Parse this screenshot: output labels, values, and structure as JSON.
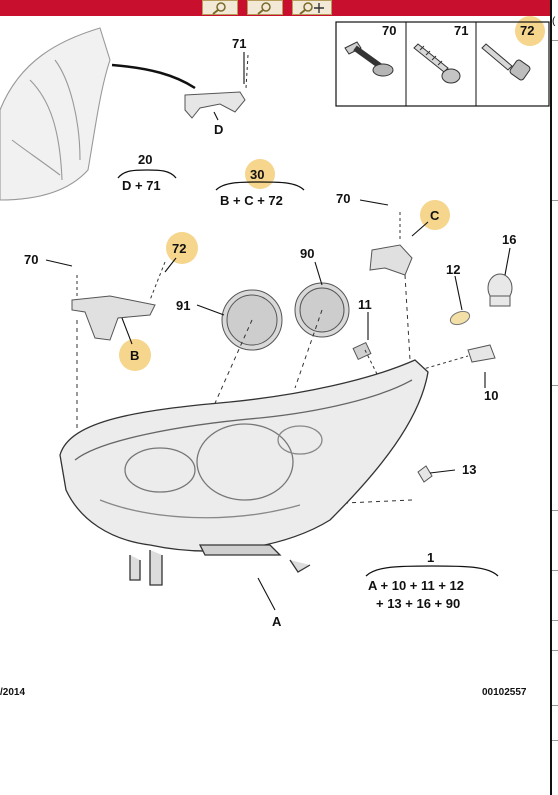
{
  "toolbar": {
    "buttons": [
      {
        "name": "zoom-in-icon"
      },
      {
        "name": "zoom-out-icon"
      },
      {
        "name": "zoom-pan-icon"
      }
    ]
  },
  "inset": {
    "labels": [
      "70",
      "71",
      "72"
    ]
  },
  "callouts": {
    "n71_top": "71",
    "d_top": "D",
    "n20": "20",
    "n20_formula": "D + 71",
    "n30": "30",
    "n30_formula": "B + C + 72",
    "n70_right": "70",
    "c": "C",
    "n16": "16",
    "n12": "12",
    "n70_left": "70",
    "n72_left": "72",
    "b": "B",
    "n90": "90",
    "n91": "91",
    "n11": "11",
    "n10": "10",
    "n13": "13",
    "n1": "1",
    "n1_formula_1": "A + 10 + 11 + 12",
    "n1_formula_2": "+ 13 + 16 + 90",
    "a": "A"
  },
  "footer": {
    "date": "/2014",
    "ref": "00102557"
  },
  "colors": {
    "header_red": "#c8102e",
    "highlight": "#f6d58c"
  }
}
